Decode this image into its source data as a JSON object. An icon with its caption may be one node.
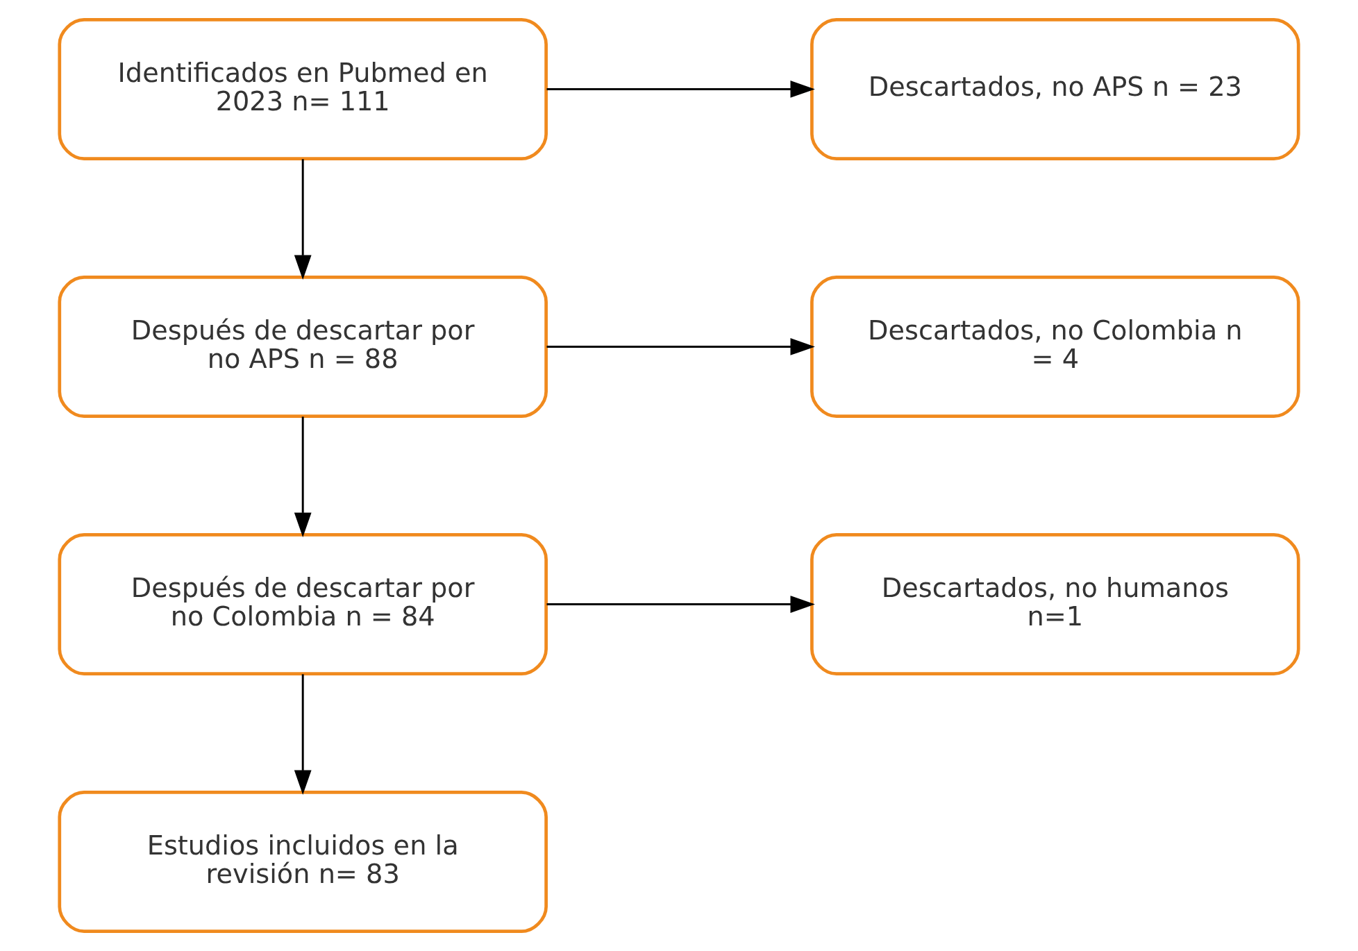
{
  "diagram": {
    "nodes": [
      {
        "text": [
          "Identificados en Pubmed en 2023 n= 111"
        ]
      },
      {
        "text": [
          "Descartados, no APS n = 23"
        ]
      },
      {
        "text": [
          "Después de descartar por no APS n = 88"
        ]
      },
      {
        "text": [
          "Descartados, no Colombia n = 4"
        ]
      },
      {
        "text": [
          "Después de descartar por no Colombia n = 84"
        ]
      },
      {
        "text": [
          "Descartados, no humanos n=1"
        ]
      },
      {
        "text": [
          "Estudios incluidos en la revisión n= 83"
        ]
      }
    ],
    "edges": [
      {
        "from": 0,
        "to": 1,
        "arrow": "to"
      },
      {
        "from": 0,
        "to": 2,
        "arrow": "to"
      },
      {
        "from": 2,
        "to": 3,
        "arrow": "to"
      },
      {
        "from": 2,
        "to": 4,
        "arrow": "to"
      },
      {
        "from": 4,
        "to": 5,
        "arrow": "to"
      },
      {
        "from": 4,
        "to": 6,
        "arrow": "to"
      }
    ]
  }
}
